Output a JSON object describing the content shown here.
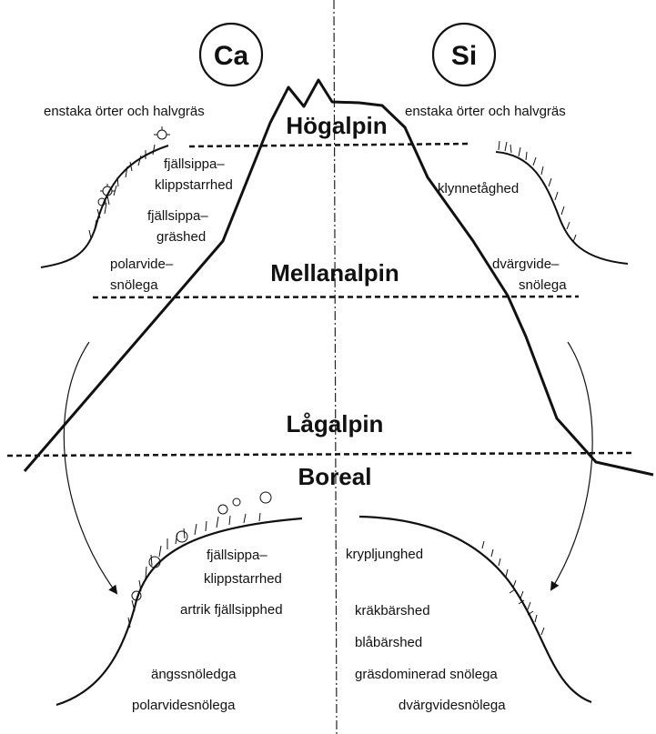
{
  "symbols": {
    "left": "Ca",
    "right": "Si"
  },
  "zones": {
    "high": "Högalpin",
    "middle": "Mellanalpin",
    "low": "Lågalpin",
    "boreal": "Boreal"
  },
  "left_upper": {
    "top": "enstaka örter och halvgräs",
    "l1a": "fjällsippa–",
    "l1b": "klippstarrhed",
    "l2a": "fjällsippa–",
    "l2b": "gräshed",
    "l3a": "polarvide–",
    "l3b": "snölega"
  },
  "right_upper": {
    "top": "enstaka örter och halvgräs",
    "l1": "klynnetåghed",
    "l2a": "dvärgvide–",
    "l2b": "snölega"
  },
  "left_lower": {
    "l1a": "fjällsippa–",
    "l1b": "klippstarrhed",
    "l2": "artrik fjällsipphed",
    "l3": "ängssnöledga",
    "l4": "polarvidesnölega"
  },
  "right_lower": {
    "l1": "krypljunghed",
    "l2": "kräkbärshed",
    "l3": "blåbärshed",
    "l4": "gräsdominerad snölega",
    "l5": "dvärgvidesnölega"
  }
}
